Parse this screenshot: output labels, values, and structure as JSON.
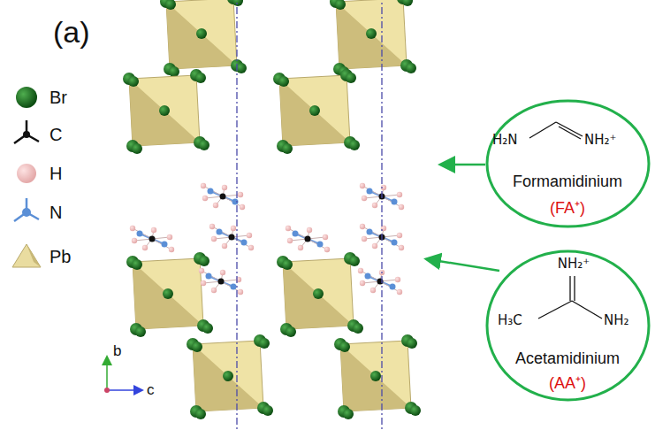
{
  "diagram": {
    "nodes": [
      {
        "text": [
          "H₂N",
          "NH₂⁺",
          "Formamidinium",
          "(FA⁺)"
        ]
      },
      {
        "text": [
          "NH₂⁺",
          "H₃C",
          "NH₂",
          "Acetamidinium",
          "(AA⁺)"
        ]
      }
    ],
    "labels": [
      "(a)",
      "b",
      "c"
    ],
    "legend": [
      {
        "text": "Br"
      },
      {
        "text": "C"
      },
      {
        "text": "H"
      },
      {
        "text": "N"
      },
      {
        "text": "Pb"
      }
    ]
  }
}
